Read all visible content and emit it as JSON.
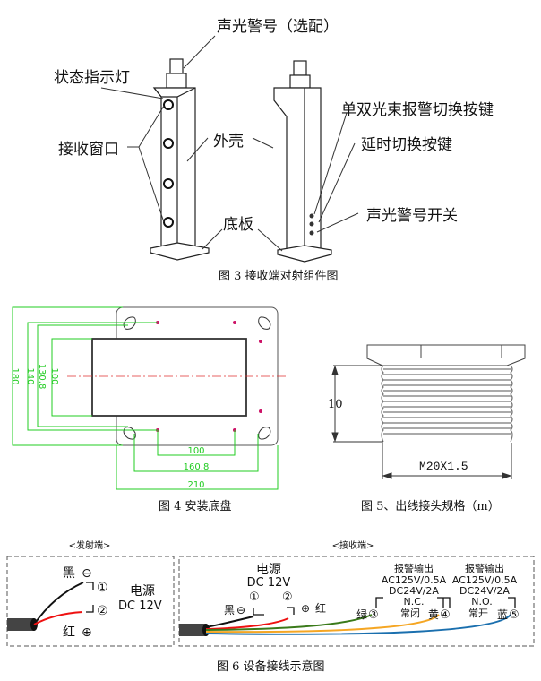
{
  "fig3": {
    "caption": "图 3 接收端对射组件图",
    "labels": {
      "strobe": "声光警号（选配）",
      "status_light": "状态指示灯",
      "receive_window": "接收窗口",
      "shell": "外壳",
      "base_plate": "底板",
      "beam_switch": "单双光束报警切换按键",
      "delay_switch": "延时切换按键",
      "strobe_switch": "声光警号开关"
    }
  },
  "fig4": {
    "caption": "图 4 安装底盘",
    "dims_vertical": [
      "180",
      "140",
      "130,8",
      "100"
    ],
    "dims_horizontal": [
      "100",
      "160,8",
      "210"
    ],
    "dim_color": "#22cc22",
    "hole_color": "#cc1166",
    "centerline_color": "#e03030"
  },
  "fig5": {
    "caption": "图 5、出线接头规格（m）",
    "height_dim": "10",
    "thread_spec": "M20X1.5"
  },
  "fig6": {
    "caption": "图 6 设备接线示意图",
    "transmitter": {
      "title": "<发射端>",
      "black": "黑",
      "red": "红",
      "minus": "⊖",
      "plus": "⊕",
      "pin1": "①",
      "pin2": "②",
      "power_title": "电源",
      "power_value": "DC 12V"
    },
    "receiver": {
      "title": "<接收端>",
      "power_title": "电源",
      "power_value": "DC 12V",
      "pin1": "①",
      "pin2": "②",
      "black": "黑",
      "red": "红",
      "minus": "⊖",
      "plus": "⊕",
      "green": "绿",
      "yellow": "黄",
      "blue": "蓝",
      "pin3": "③",
      "pin4": "④",
      "pin5": "⑤",
      "alarm1_title": "报警输出",
      "alarm1_ac": "AC125V/0.5A",
      "alarm1_dc": "DC24V/2A",
      "nc": "N.C.",
      "nc_cn": "常闭",
      "alarm2_title": "报警输出",
      "alarm2_ac": "AC125V/0.5A",
      "alarm2_dc": "DC24V/2A",
      "no": "N.O.",
      "no_cn": "常开"
    },
    "wire_colors": {
      "black": "#111111",
      "red": "#ee1111",
      "green": "#3a7a1a",
      "yellow": "#f5a623",
      "blue": "#1a6fae"
    }
  }
}
